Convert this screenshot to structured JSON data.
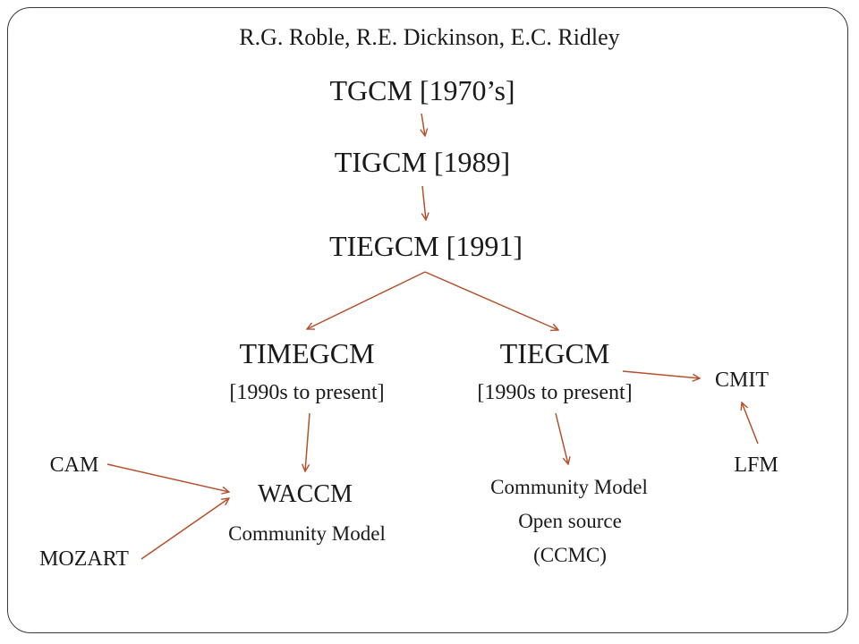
{
  "authors": "R.G. Roble, R.E. Dickinson, E.C. Ridley",
  "nodes": {
    "tgcm": {
      "name": "TGCM [1970’s]"
    },
    "tigcm": {
      "name": "TIGCM [1989]"
    },
    "tiegcm_1991": {
      "name": "TIEGCM [1991]"
    },
    "timegcm": {
      "name": "TIMEGCM",
      "period": "[1990s to present]"
    },
    "tiegcm_present": {
      "name": "TIEGCM",
      "period": "[1990s to present]"
    },
    "cmit": {
      "name": "CMIT"
    },
    "lfm": {
      "name": "LFM"
    },
    "cam": {
      "name": "CAM"
    },
    "mozart": {
      "name": "MOZART"
    },
    "waccm": {
      "name": "WACCM",
      "note": "Community Model"
    },
    "community": {
      "line1": "Community Model",
      "line2": "Open source",
      "line3": "(CCMC)"
    }
  },
  "colors": {
    "arrow": "#b5502c",
    "text": "#1a1a1a",
    "frame": "#3a3a3a"
  }
}
